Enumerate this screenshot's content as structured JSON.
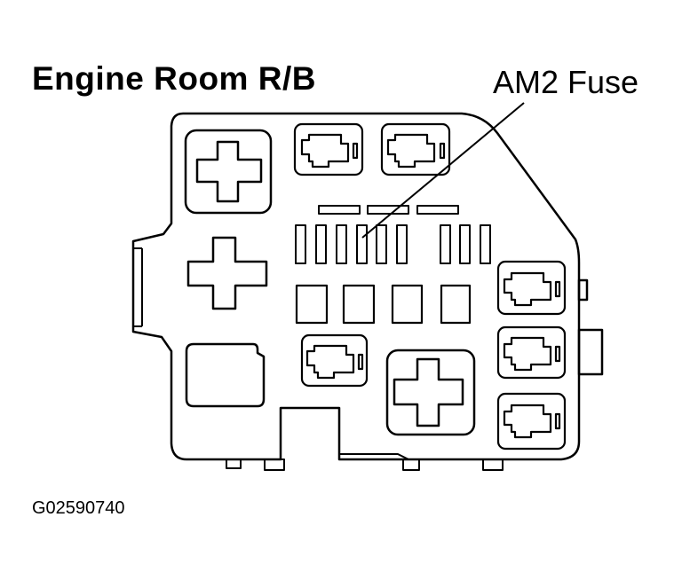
{
  "diagram": {
    "title": "Engine Room R/B",
    "callout_label": "AM2 Fuse",
    "figure_id": "G02590740"
  }
}
